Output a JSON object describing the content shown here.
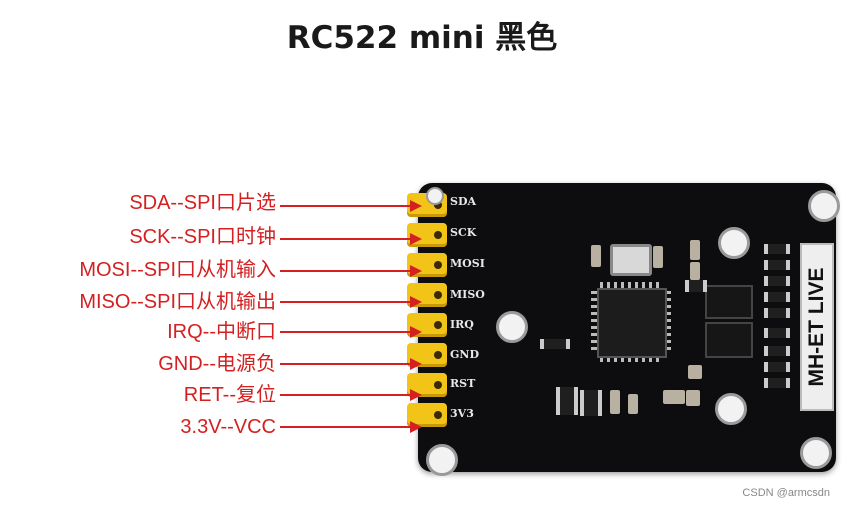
{
  "title": "RC522 mini 黑色",
  "pins": [
    {
      "label": "SDA--SPI口片选",
      "silk": "SDA"
    },
    {
      "label": "SCK--SPI口时钟",
      "silk": "SCK"
    },
    {
      "label": "MOSI--SPI口从机输入",
      "silk": "MOSI"
    },
    {
      "label": "MISO--SPI口从机输出",
      "silk": "MISO"
    },
    {
      "label": "IRQ--中断口",
      "silk": "IRQ"
    },
    {
      "label": "GND--电源负",
      "silk": "GND"
    },
    {
      "label": "RET--复位",
      "silk": "RST"
    },
    {
      "label": "3.3V--VCC",
      "silk": "3V3"
    }
  ],
  "board_brand": "MH-ET LIVE",
  "footer": "CSDN @armcsdn",
  "colors": {
    "label_red": "#d42020",
    "header_yellow": "#f2c418",
    "pcb_black": "#0d0d0f"
  }
}
